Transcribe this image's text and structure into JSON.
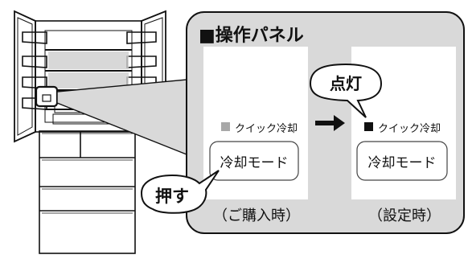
{
  "panel": {
    "title": "■操作パネル",
    "before": {
      "indicator_label": "クイック冷却",
      "button_label": "冷却モード",
      "caption": "（ご購入時）"
    },
    "after": {
      "indicator_label": "クイック冷却",
      "button_label": "冷却モード",
      "caption": "（設定時）"
    }
  },
  "callouts": {
    "press": "押す",
    "lit": "点灯"
  },
  "colors": {
    "panel_bg": "#d9d9d9",
    "card_bg": "#ffffff",
    "indicator_off": "#a8a8a8",
    "indicator_on": "#111111",
    "line": "#111111"
  }
}
